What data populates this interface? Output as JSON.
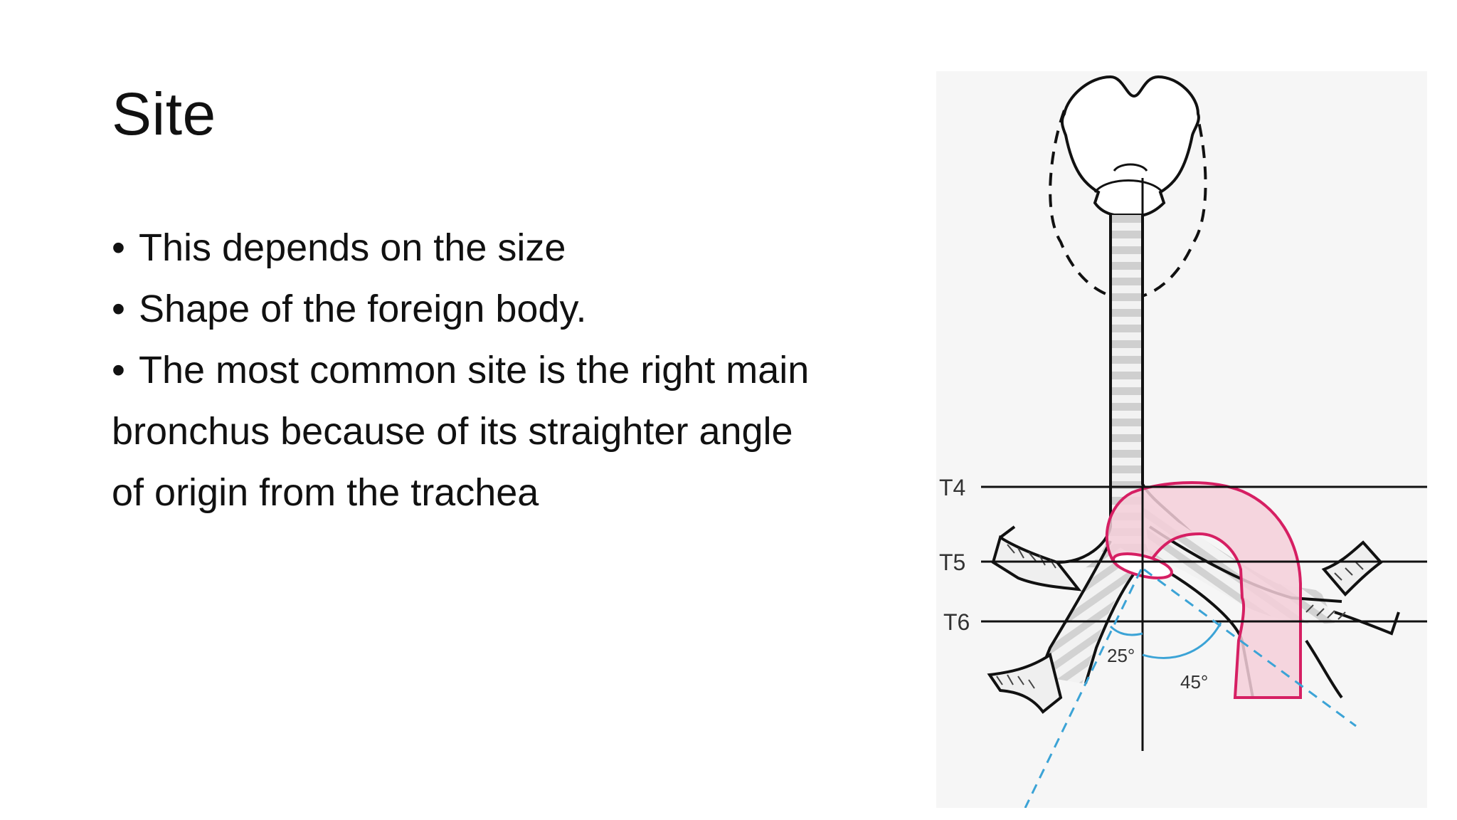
{
  "slide": {
    "title": "Site",
    "bullets": [
      {
        "bullet": "•",
        "text": "This depends on the size"
      },
      {
        "bullet": "•",
        "text": "Shape of the foreign body."
      },
      {
        "bullet": "•",
        "text": "The most common site is the right main"
      }
    ],
    "continuation": [
      "bronchus because of its straighter angle",
      "of origin from the trachea"
    ]
  },
  "figure": {
    "levels": {
      "t4": "T4",
      "t5": "T5",
      "t6": "T6"
    },
    "angles": {
      "right": "25°",
      "left": "45°"
    },
    "colors": {
      "outline": "#111111",
      "aorta_fill": "#f4cfd9",
      "aorta_stroke": "#d61f63",
      "angle_lines": "#3ba3d6",
      "cartilage": "#cfcfcf"
    }
  }
}
